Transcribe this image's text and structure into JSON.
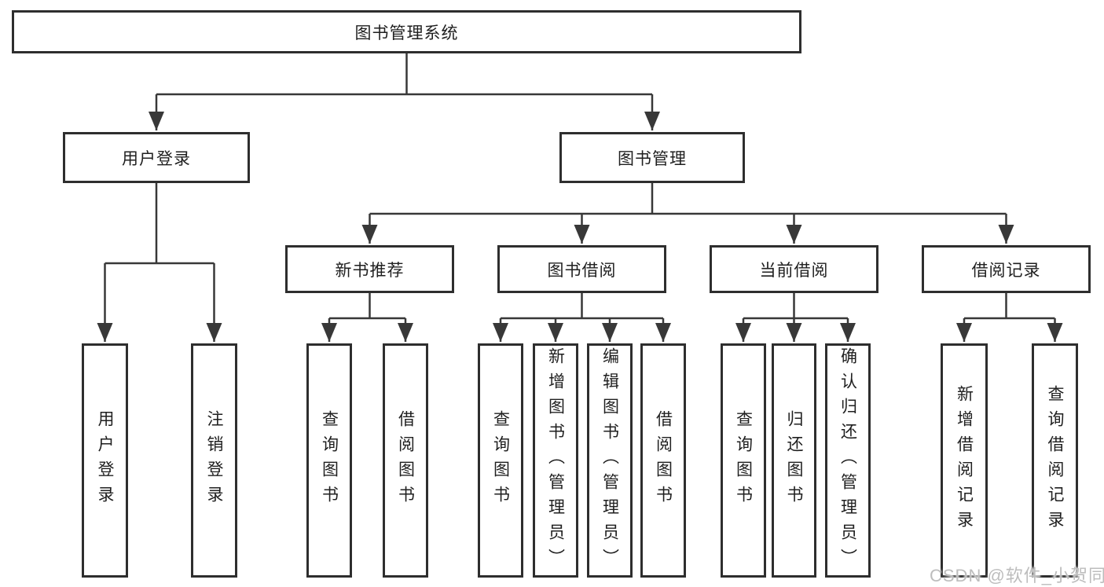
{
  "diagram": {
    "root": {
      "label": "图书管理系统"
    },
    "branches": [
      {
        "label": "用户登录",
        "children": [
          "用户登录",
          "注销登录"
        ]
      },
      {
        "label": "图书管理",
        "sections": [
          {
            "label": "新书推荐",
            "children": [
              "查询图书",
              "借阅图书"
            ]
          },
          {
            "label": "图书借阅",
            "children": [
              "查询图书",
              "新增图书（管理员）",
              "编辑图书（管理员）",
              "借阅图书"
            ]
          },
          {
            "label": "当前借阅",
            "children": [
              "查询图书",
              "归还图书",
              "确认归还（管理员）"
            ]
          },
          {
            "label": "借阅记录",
            "children": [
              "新增借阅记录",
              "查询借阅记录"
            ]
          }
        ]
      }
    ]
  },
  "watermark": {
    "text": "CSDN @软件_小贺同学"
  },
  "colors": {
    "line": "#383838",
    "box_border": "#2e2e2e",
    "box_fill": "#ffffff",
    "text": "#1f1f1f",
    "watermark": "#bdbdbd"
  }
}
